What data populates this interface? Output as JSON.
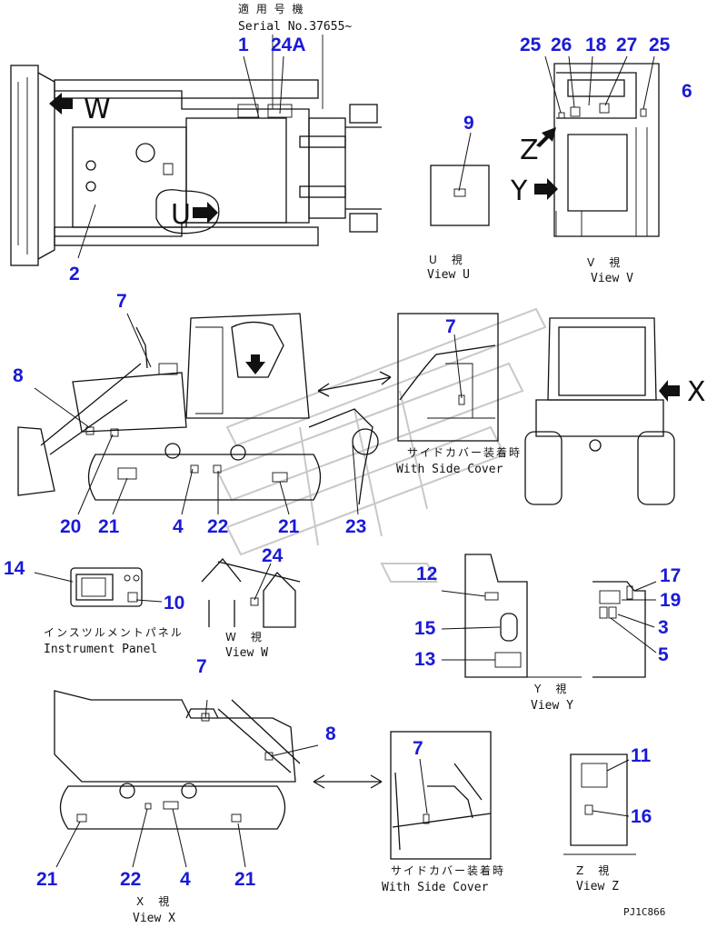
{
  "header": {
    "applicable_jp": "適 用 号 機",
    "serial": "Serial No.37655~"
  },
  "captions": {
    "view_u_jp": "U　視",
    "view_u": "View U",
    "view_v_jp": "V　視",
    "view_v": "View V",
    "side_cover_jp_1": "サイドカバー装着時",
    "side_cover_1": "With Side Cover",
    "instrument_jp": "インスツルメントパネル",
    "instrument": "Instrument Panel",
    "view_w_jp": "W　視",
    "view_w": "View W",
    "view_y_jp": "Y　視",
    "view_y": "View Y",
    "view_x_jp": "X　視",
    "view_x": "View X",
    "side_cover_jp_2": "サイドカバー装着時",
    "side_cover_2": "With Side Cover",
    "view_z_jp": "Z　視",
    "view_z": "View Z",
    "drawing_code": "PJ1C866"
  },
  "view_letters": {
    "w": "W",
    "u": "U",
    "z": "Z",
    "y": "Y",
    "x": "X"
  },
  "callouts": {
    "c1": "1",
    "c24a": "24A",
    "c2": "2",
    "c9": "9",
    "c25a": "25",
    "c26": "26",
    "c18": "18",
    "c27": "27",
    "c25b": "25",
    "c6": "6",
    "c7a": "7",
    "c8a": "8",
    "c20": "20",
    "c21a": "21",
    "c4a": "4",
    "c22a": "22",
    "c21b": "21",
    "c23": "23",
    "c7b": "7",
    "c14": "14",
    "c10": "10",
    "c24": "24",
    "c12": "12",
    "c15": "15",
    "c13": "13",
    "c17": "17",
    "c19": "19",
    "c3": "3",
    "c5": "5",
    "c7c": "7",
    "c8b": "8",
    "c21c": "21",
    "c22b": "22",
    "c4b": "4",
    "c21d": "21",
    "c7d": "7",
    "c11": "11",
    "c16": "16"
  }
}
